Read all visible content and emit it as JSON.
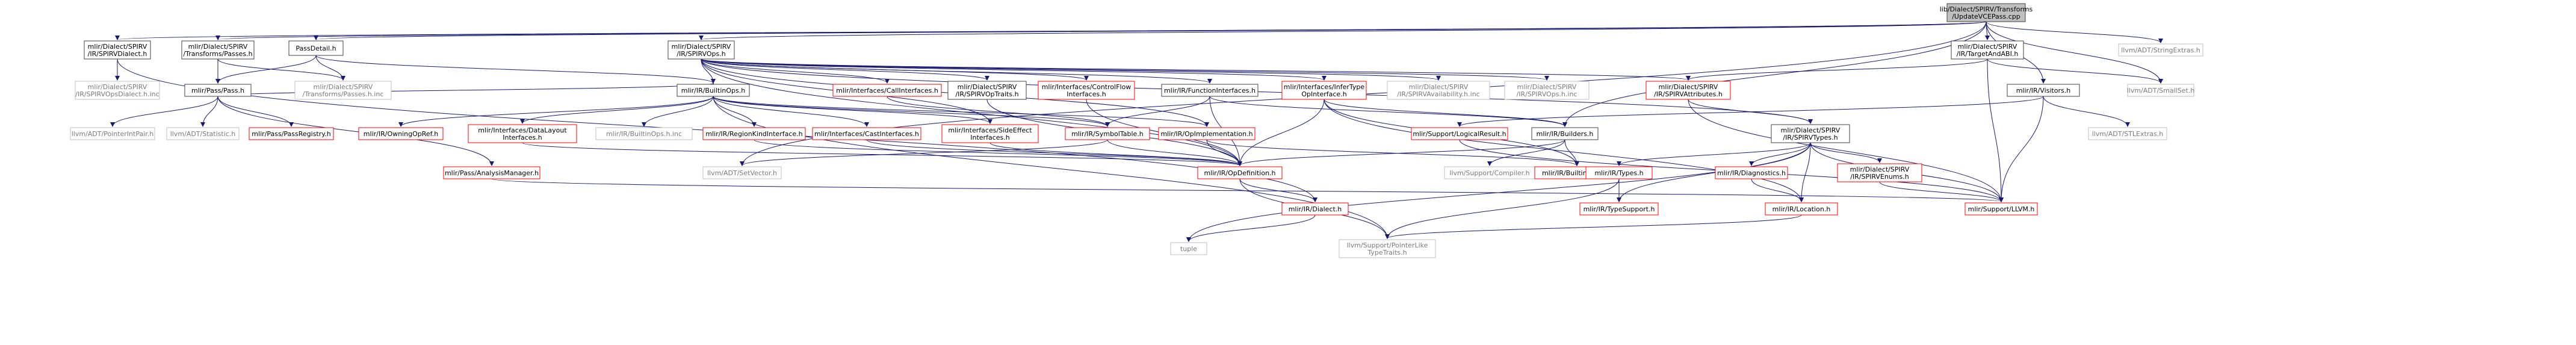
{
  "nodes": [
    {
      "id": "root",
      "lines": [
        "lib/Dialect/SPIRV/Transforms",
        "/UpdateVCEPass.cpp"
      ],
      "style": "root"
    },
    {
      "id": "n1",
      "lines": [
        "mlir/Dialect/SPIRV",
        "/IR/SPIRVDialect.h"
      ],
      "style": "black"
    },
    {
      "id": "n2",
      "lines": [
        "mlir/Dialect/SPIRV",
        "/Transforms/Passes.h"
      ],
      "style": "black"
    },
    {
      "id": "n3",
      "lines": [
        "PassDetail.h"
      ],
      "style": "black"
    },
    {
      "id": "n4",
      "lines": [
        "mlir/Dialect/SPIRV",
        "/IR/SPIRVOps.h"
      ],
      "style": "black"
    },
    {
      "id": "n5",
      "lines": [
        "mlir/Dialect/SPIRV",
        "/IR/TargetAndABI.h"
      ],
      "style": "black"
    },
    {
      "id": "n6",
      "lines": [
        "llvm/ADT/StringExtras.h"
      ],
      "style": "gray"
    },
    {
      "id": "n7",
      "lines": [
        "mlir/Dialect/SPIRV",
        "/IR/SPIRVOpsDialect.h.inc"
      ],
      "style": "gray"
    },
    {
      "id": "n8",
      "lines": [
        "mlir/Pass/Pass.h"
      ],
      "style": "black"
    },
    {
      "id": "n9",
      "lines": [
        "mlir/Dialect/SPIRV",
        "/Transforms/Passes.h.inc"
      ],
      "style": "gray"
    },
    {
      "id": "n10",
      "lines": [
        "mlir/IR/BuiltinOps.h"
      ],
      "style": "black"
    },
    {
      "id": "n11",
      "lines": [
        "mlir/Interfaces/CallInterfaces.h"
      ],
      "style": "red"
    },
    {
      "id": "n12",
      "lines": [
        "mlir/Dialect/SPIRV",
        "/IR/SPIRVOpTraits.h"
      ],
      "style": "black"
    },
    {
      "id": "n13",
      "lines": [
        "mlir/Interfaces/ControlFlow",
        "Interfaces.h"
      ],
      "style": "red"
    },
    {
      "id": "n14",
      "lines": [
        "mlir/IR/FunctionInterfaces.h"
      ],
      "style": "black"
    },
    {
      "id": "n15",
      "lines": [
        "mlir/Interfaces/InferType",
        "OpInterface.h"
      ],
      "style": "red"
    },
    {
      "id": "n16",
      "lines": [
        "mlir/Dialect/SPIRV",
        "/IR/SPIRVAvailability.h.inc"
      ],
      "style": "gray"
    },
    {
      "id": "n17",
      "lines": [
        "mlir/Dialect/SPIRV",
        "/IR/SPIRVOps.h.inc"
      ],
      "style": "gray"
    },
    {
      "id": "n18",
      "lines": [
        "mlir/Dialect/SPIRV",
        "/IR/SPIRVAttributes.h"
      ],
      "style": "red"
    },
    {
      "id": "n19",
      "lines": [
        "mlir/IR/Visitors.h"
      ],
      "style": "black"
    },
    {
      "id": "n20",
      "lines": [
        "llvm/ADT/SmallSet.h"
      ],
      "style": "gray"
    },
    {
      "id": "n21",
      "lines": [
        "llvm/ADT/PointerIntPair.h"
      ],
      "style": "gray"
    },
    {
      "id": "n22",
      "lines": [
        "llvm/ADT/Statistic.h"
      ],
      "style": "gray"
    },
    {
      "id": "n23",
      "lines": [
        "mlir/Pass/PassRegistry.h"
      ],
      "style": "red"
    },
    {
      "id": "n24",
      "lines": [
        "mlir/IR/OwningOpRef.h"
      ],
      "style": "red"
    },
    {
      "id": "n25",
      "lines": [
        "mlir/Interfaces/DataLayout",
        "Interfaces.h"
      ],
      "style": "red"
    },
    {
      "id": "n26",
      "lines": [
        "mlir/IR/BuiltinOps.h.inc"
      ],
      "style": "gray"
    },
    {
      "id": "n27",
      "lines": [
        "mlir/IR/RegionKindInterface.h"
      ],
      "style": "red"
    },
    {
      "id": "n28",
      "lines": [
        "mlir/Interfaces/CastInterfaces.h"
      ],
      "style": "red"
    },
    {
      "id": "n29",
      "lines": [
        "mlir/Interfaces/SideEffect",
        "Interfaces.h"
      ],
      "style": "red"
    },
    {
      "id": "n30",
      "lines": [
        "mlir/IR/SymbolTable.h"
      ],
      "style": "red"
    },
    {
      "id": "n31",
      "lines": [
        "mlir/IR/OpImplementation.h"
      ],
      "style": "red"
    },
    {
      "id": "n32",
      "lines": [
        "mlir/Support/LogicalResult.h"
      ],
      "style": "red"
    },
    {
      "id": "n33",
      "lines": [
        "mlir/IR/Builders.h"
      ],
      "style": "black"
    },
    {
      "id": "n34",
      "lines": [
        "mlir/Dialect/SPIRV",
        "/IR/SPIRVTypes.h"
      ],
      "style": "black"
    },
    {
      "id": "n35",
      "lines": [
        "llvm/ADT/STLExtras.h"
      ],
      "style": "gray"
    },
    {
      "id": "n36",
      "lines": [
        "mlir/Pass/AnalysisManager.h"
      ],
      "style": "red"
    },
    {
      "id": "n37",
      "lines": [
        "llvm/ADT/SetVector.h"
      ],
      "style": "gray"
    },
    {
      "id": "n38",
      "lines": [
        "mlir/IR/OpDefinition.h"
      ],
      "style": "red"
    },
    {
      "id": "n39",
      "lines": [
        "llvm/Support/Compiler.h"
      ],
      "style": "gray"
    },
    {
      "id": "n40",
      "lines": [
        "mlir/IR/BuiltinTypes.h"
      ],
      "style": "red"
    },
    {
      "id": "n41",
      "lines": [
        "mlir/IR/Types.h"
      ],
      "style": "red"
    },
    {
      "id": "n42",
      "lines": [
        "mlir/IR/Diagnostics.h"
      ],
      "style": "red"
    },
    {
      "id": "n43",
      "lines": [
        "mlir/Dialect/SPIRV",
        "/IR/SPIRVEnums.h"
      ],
      "style": "red"
    },
    {
      "id": "n44",
      "lines": [
        "mlir/IR/Dialect.h"
      ],
      "style": "red"
    },
    {
      "id": "n45",
      "lines": [
        "mlir/Support/LLVM.h"
      ],
      "style": "red"
    },
    {
      "id": "n46",
      "lines": [
        "mlir/IR/TypeSupport.h"
      ],
      "style": "red"
    },
    {
      "id": "n47",
      "lines": [
        "mlir/IR/Location.h"
      ],
      "style": "red"
    },
    {
      "id": "n48",
      "lines": [
        "tuple"
      ],
      "style": "gray"
    },
    {
      "id": "n49",
      "lines": [
        "llvm/Support/PointerLike",
        "TypeTraits.h"
      ],
      "style": "gray"
    }
  ],
  "edges": [
    [
      "root",
      "n1"
    ],
    [
      "root",
      "n2"
    ],
    [
      "root",
      "n3"
    ],
    [
      "root",
      "n4"
    ],
    [
      "root",
      "n5"
    ],
    [
      "root",
      "n6"
    ],
    [
      "root",
      "n20"
    ],
    [
      "root",
      "n33"
    ],
    [
      "root",
      "n19"
    ],
    [
      "root",
      "n37"
    ],
    [
      "n1",
      "n7"
    ],
    [
      "n1",
      "n44"
    ],
    [
      "n2",
      "n8"
    ],
    [
      "n2",
      "n9"
    ],
    [
      "n3",
      "n8"
    ],
    [
      "n3",
      "n9"
    ],
    [
      "n3",
      "n10"
    ],
    [
      "n4",
      "n10"
    ],
    [
      "n4",
      "n11"
    ],
    [
      "n4",
      "n12"
    ],
    [
      "n4",
      "n13"
    ],
    [
      "n4",
      "n14"
    ],
    [
      "n4",
      "n15"
    ],
    [
      "n4",
      "n16"
    ],
    [
      "n4",
      "n17"
    ],
    [
      "n4",
      "n18"
    ],
    [
      "n4",
      "n34"
    ],
    [
      "n4",
      "n29"
    ],
    [
      "n4",
      "n31"
    ],
    [
      "n4",
      "n38"
    ],
    [
      "n5",
      "n18"
    ],
    [
      "n5",
      "n20"
    ],
    [
      "n5",
      "n45"
    ],
    [
      "n8",
      "n21"
    ],
    [
      "n8",
      "n22"
    ],
    [
      "n8",
      "n23"
    ],
    [
      "n8",
      "n36"
    ],
    [
      "n8",
      "n10"
    ],
    [
      "n10",
      "n24"
    ],
    [
      "n10",
      "n25"
    ],
    [
      "n10",
      "n26"
    ],
    [
      "n10",
      "n27"
    ],
    [
      "n10",
      "n28"
    ],
    [
      "n10",
      "n29"
    ],
    [
      "n10",
      "n30"
    ],
    [
      "n10",
      "n31"
    ],
    [
      "n10",
      "n49"
    ],
    [
      "n11",
      "n30"
    ],
    [
      "n12",
      "n38"
    ],
    [
      "n13",
      "n38"
    ],
    [
      "n14",
      "n30"
    ],
    [
      "n14",
      "n33"
    ],
    [
      "n14",
      "n38"
    ],
    [
      "n15",
      "n33"
    ],
    [
      "n15",
      "n38"
    ],
    [
      "n15",
      "n47"
    ],
    [
      "n15",
      "n40"
    ],
    [
      "n18",
      "n34"
    ],
    [
      "n18",
      "n45"
    ],
    [
      "n19",
      "n32"
    ],
    [
      "n19",
      "n35"
    ],
    [
      "n19",
      "n45"
    ],
    [
      "n25",
      "n38"
    ],
    [
      "n27",
      "n38"
    ],
    [
      "n28",
      "n38"
    ],
    [
      "n29",
      "n38"
    ],
    [
      "n30",
      "n38"
    ],
    [
      "n30",
      "n37"
    ],
    [
      "n31",
      "n38"
    ],
    [
      "n31",
      "n40"
    ],
    [
      "n32",
      "n45"
    ],
    [
      "n33",
      "n38"
    ],
    [
      "n33",
      "n39"
    ],
    [
      "n33",
      "n40"
    ],
    [
      "n34",
      "n41"
    ],
    [
      "n34",
      "n42"
    ],
    [
      "n34",
      "n43"
    ],
    [
      "n34",
      "n46"
    ],
    [
      "n34",
      "n47"
    ],
    [
      "n34",
      "n48"
    ],
    [
      "n34",
      "n45"
    ],
    [
      "n36",
      "n45"
    ],
    [
      "n38",
      "n44"
    ],
    [
      "n38",
      "n49"
    ],
    [
      "n41",
      "n46"
    ],
    [
      "n41",
      "n49"
    ],
    [
      "n42",
      "n47"
    ],
    [
      "n43",
      "n45"
    ],
    [
      "n44",
      "n48"
    ],
    [
      "n47",
      "n49"
    ]
  ],
  "colors": {
    "root_fill": "#bfbfbf",
    "node_border_black": "#404040",
    "node_border_gray": "#bfbfbf",
    "node_border_red": "#ff0000",
    "edge": "#191970",
    "text_gray": "#7a7a7a"
  }
}
